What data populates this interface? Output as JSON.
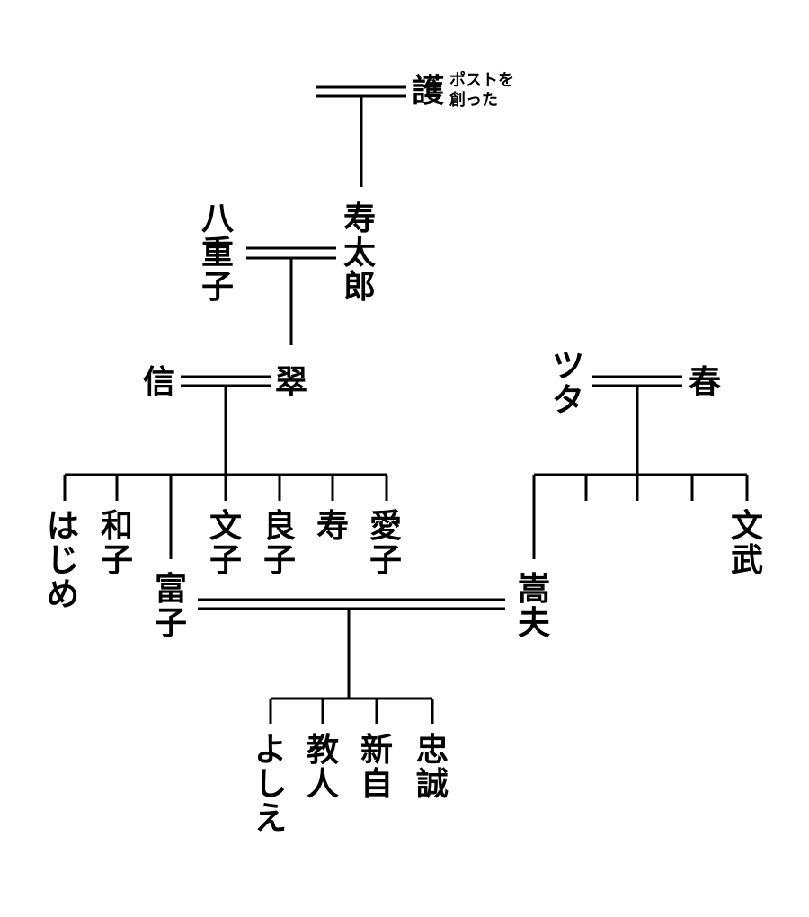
{
  "diagram": {
    "type": "family-tree",
    "colors": {
      "line": "#000000",
      "text": "#000000",
      "background": "#ffffff"
    },
    "people": {
      "mamoru": {
        "name": "護",
        "note_line1": "ポストを",
        "note_line2": "創った"
      },
      "yaeko": {
        "name": "八重子"
      },
      "jutaro": {
        "name": "寿太郎"
      },
      "makoto": {
        "name": "信"
      },
      "midori": {
        "name": "翠"
      },
      "tsuta": {
        "name": "ツタ"
      },
      "haru": {
        "name": "春"
      },
      "hajime": {
        "name": "はじめ"
      },
      "kazuko": {
        "name": "和子"
      },
      "tomiko": {
        "name": "富子"
      },
      "fumiko": {
        "name": "文子"
      },
      "yoshiko": {
        "name": "良子"
      },
      "kotobuki": {
        "name": "寿"
      },
      "aiko": {
        "name": "愛子"
      },
      "takao": {
        "name": "嵩夫"
      },
      "bunbu": {
        "name": "文武"
      },
      "yoshie": {
        "name": "よしえ"
      },
      "norihito": {
        "name": "教人"
      },
      "shinji": {
        "name": "新自"
      },
      "tadanobu": {
        "name": "忠誠"
      }
    },
    "marriages": [
      {
        "partners": [
          "mamoru",
          "unknown"
        ],
        "children": [
          "jutaro"
        ]
      },
      {
        "partners": [
          "yaeko",
          "jutaro"
        ],
        "children": [
          "midori"
        ]
      },
      {
        "partners": [
          "makoto",
          "midori"
        ],
        "children": [
          "hajime",
          "kazuko",
          "tomiko",
          "fumiko",
          "yoshiko",
          "kotobuki",
          "aiko"
        ]
      },
      {
        "partners": [
          "tsuta",
          "haru"
        ],
        "children": [
          "takao",
          "unnamed-1",
          "unnamed-2",
          "unnamed-3",
          "bunbu"
        ]
      },
      {
        "partners": [
          "tomiko",
          "takao"
        ],
        "children": [
          "yoshie",
          "norihito",
          "shinji",
          "tadanobu"
        ]
      }
    ]
  }
}
